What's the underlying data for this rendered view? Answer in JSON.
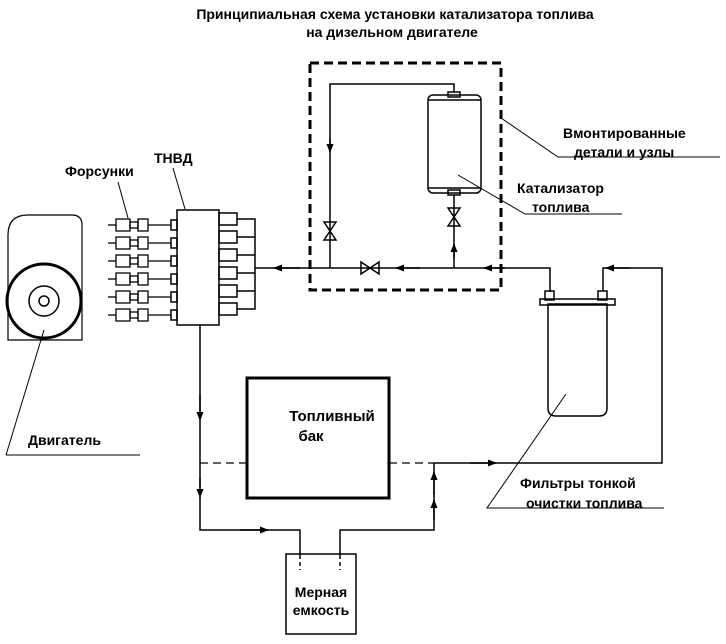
{
  "diagram": {
    "title_line1": "Принципиальная схема установки катализатора топлива",
    "title_line2": "на дизельном двигателе",
    "labels": {
      "mounted_line1": "Вмонтированные",
      "mounted_line2": "детали и узлы",
      "catalyst_line1": "Катализатор",
      "catalyst_line2": "топлива",
      "injectors": "Форсунки",
      "tnvd": "ТНВД",
      "engine": "Двигатель",
      "tank_line1": "Топливный",
      "tank_line2": "бак",
      "filters_line1": "Фильтры тонкой",
      "filters_line2": "очистки  топлива",
      "measure_line1": "Мерная",
      "measure_line2": "емкость"
    }
  }
}
